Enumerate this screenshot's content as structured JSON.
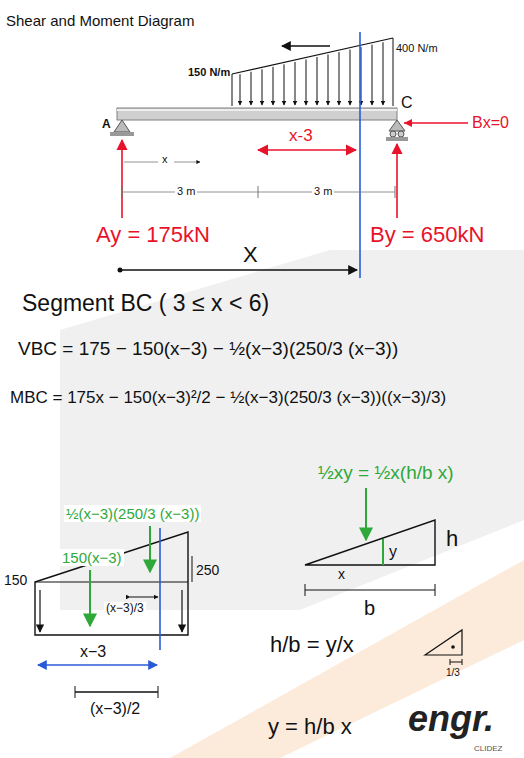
{
  "diagram": {
    "title": "Shear and Moment Diagram",
    "labels": [
      "400 N/m",
      "150 N/m",
      "A",
      "C",
      "Bx=0",
      "x-3",
      "x",
      "3 m",
      "3 m",
      "Ay = 175kN",
      "By = 650kN",
      "X",
      "Segment BC ( 3 ≤ x < 6)",
      "VBC = 175 − 150(x−3) − ½(x−3)(250/3 (x−3))",
      "MBC = 175x − 150(x−3)²/2 − ½(x−3)(250/3 (x−3))((x−3)/3)",
      "½xy = ½x(h/b x)",
      "½(x−3)(250/3 (x−3))",
      "150(x−3)",
      "250",
      "150",
      "(x−3)/3",
      "x−3",
      "(x−3)/2",
      "h",
      "y",
      "x",
      "b",
      "h/b = y/x",
      "y = h/b x",
      "1/3",
      "engr.",
      "CLIDEZ"
    ]
  }
}
